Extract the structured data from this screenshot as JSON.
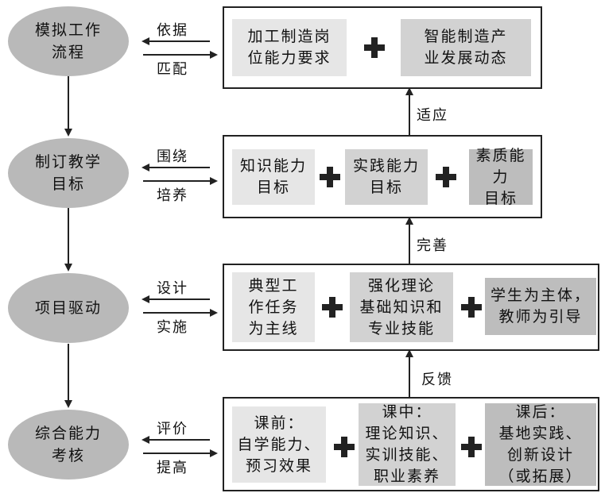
{
  "stages": [
    {
      "label": "模拟工作\n流程"
    },
    {
      "label": "制订教学\n目标"
    },
    {
      "label": "项目驱动"
    },
    {
      "label": "综合能力\n考核"
    }
  ],
  "connectors": [
    {
      "upper": "依据",
      "lower": "匹配"
    },
    {
      "upper": "围绕",
      "lower": "培养"
    },
    {
      "upper": "设计",
      "lower": "实施"
    },
    {
      "upper": "评价",
      "lower": "提高"
    }
  ],
  "vertical_labels": [
    "适应",
    "完善",
    "反馈"
  ],
  "rows": [
    {
      "items": [
        "加工制造岗\n位能力要求",
        "智能制造产\n业发展动态"
      ]
    },
    {
      "items": [
        "知识能力\n目标",
        "实践能力\n目标",
        "素质能力\n目标"
      ]
    },
    {
      "items": [
        "典型工\n作任务\n为主线",
        "强化理论\n基础知识和\n专业技能",
        "学生为主体，\n教师为引导"
      ]
    },
    {
      "items": [
        "课前：\n自学能力、\n预习效果",
        "课中：\n理论知识、\n实训技能、\n职业素养",
        "课后：\n基地实践、\n创新设计\n（或拓展）"
      ]
    }
  ]
}
